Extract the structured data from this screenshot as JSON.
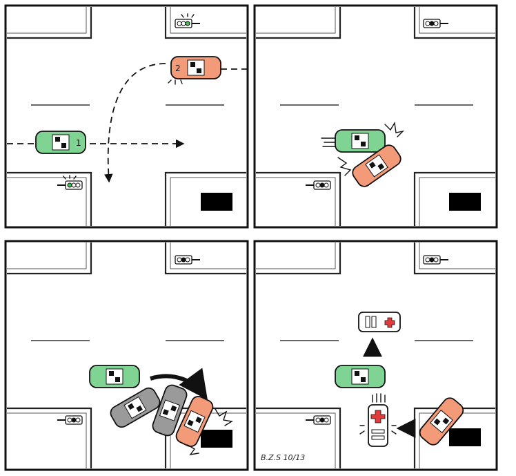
{
  "comic": {
    "panels": [
      {
        "label": "panel-1",
        "signal_top": "green-light",
        "signal_bottom": "green-light"
      },
      {
        "label": "panel-2",
        "signal_top": "red-light",
        "signal_bottom": "red-light"
      },
      {
        "label": "panel-3",
        "signal_top": "red-light",
        "signal_bottom": "red-light"
      },
      {
        "label": "panel-4",
        "signal_top": "red-light",
        "signal_bottom": "red-light"
      }
    ],
    "car_1_number": "1",
    "car_2_number": "2",
    "artist_signature": "B.Z.S 10/13"
  },
  "colors": {
    "car_1": "#7fd393",
    "car_2": "#f39a78",
    "crash_car": "#9a9a9a",
    "signal_green": "#3fbf4f",
    "road_line": "#333333",
    "panel_border": "#111111",
    "ambulance_cross": "#e23b3b"
  },
  "icons": [
    "traffic-light-icon",
    "car-icon",
    "ambulance-icon",
    "arrow-icon",
    "impact-burst-icon"
  ]
}
